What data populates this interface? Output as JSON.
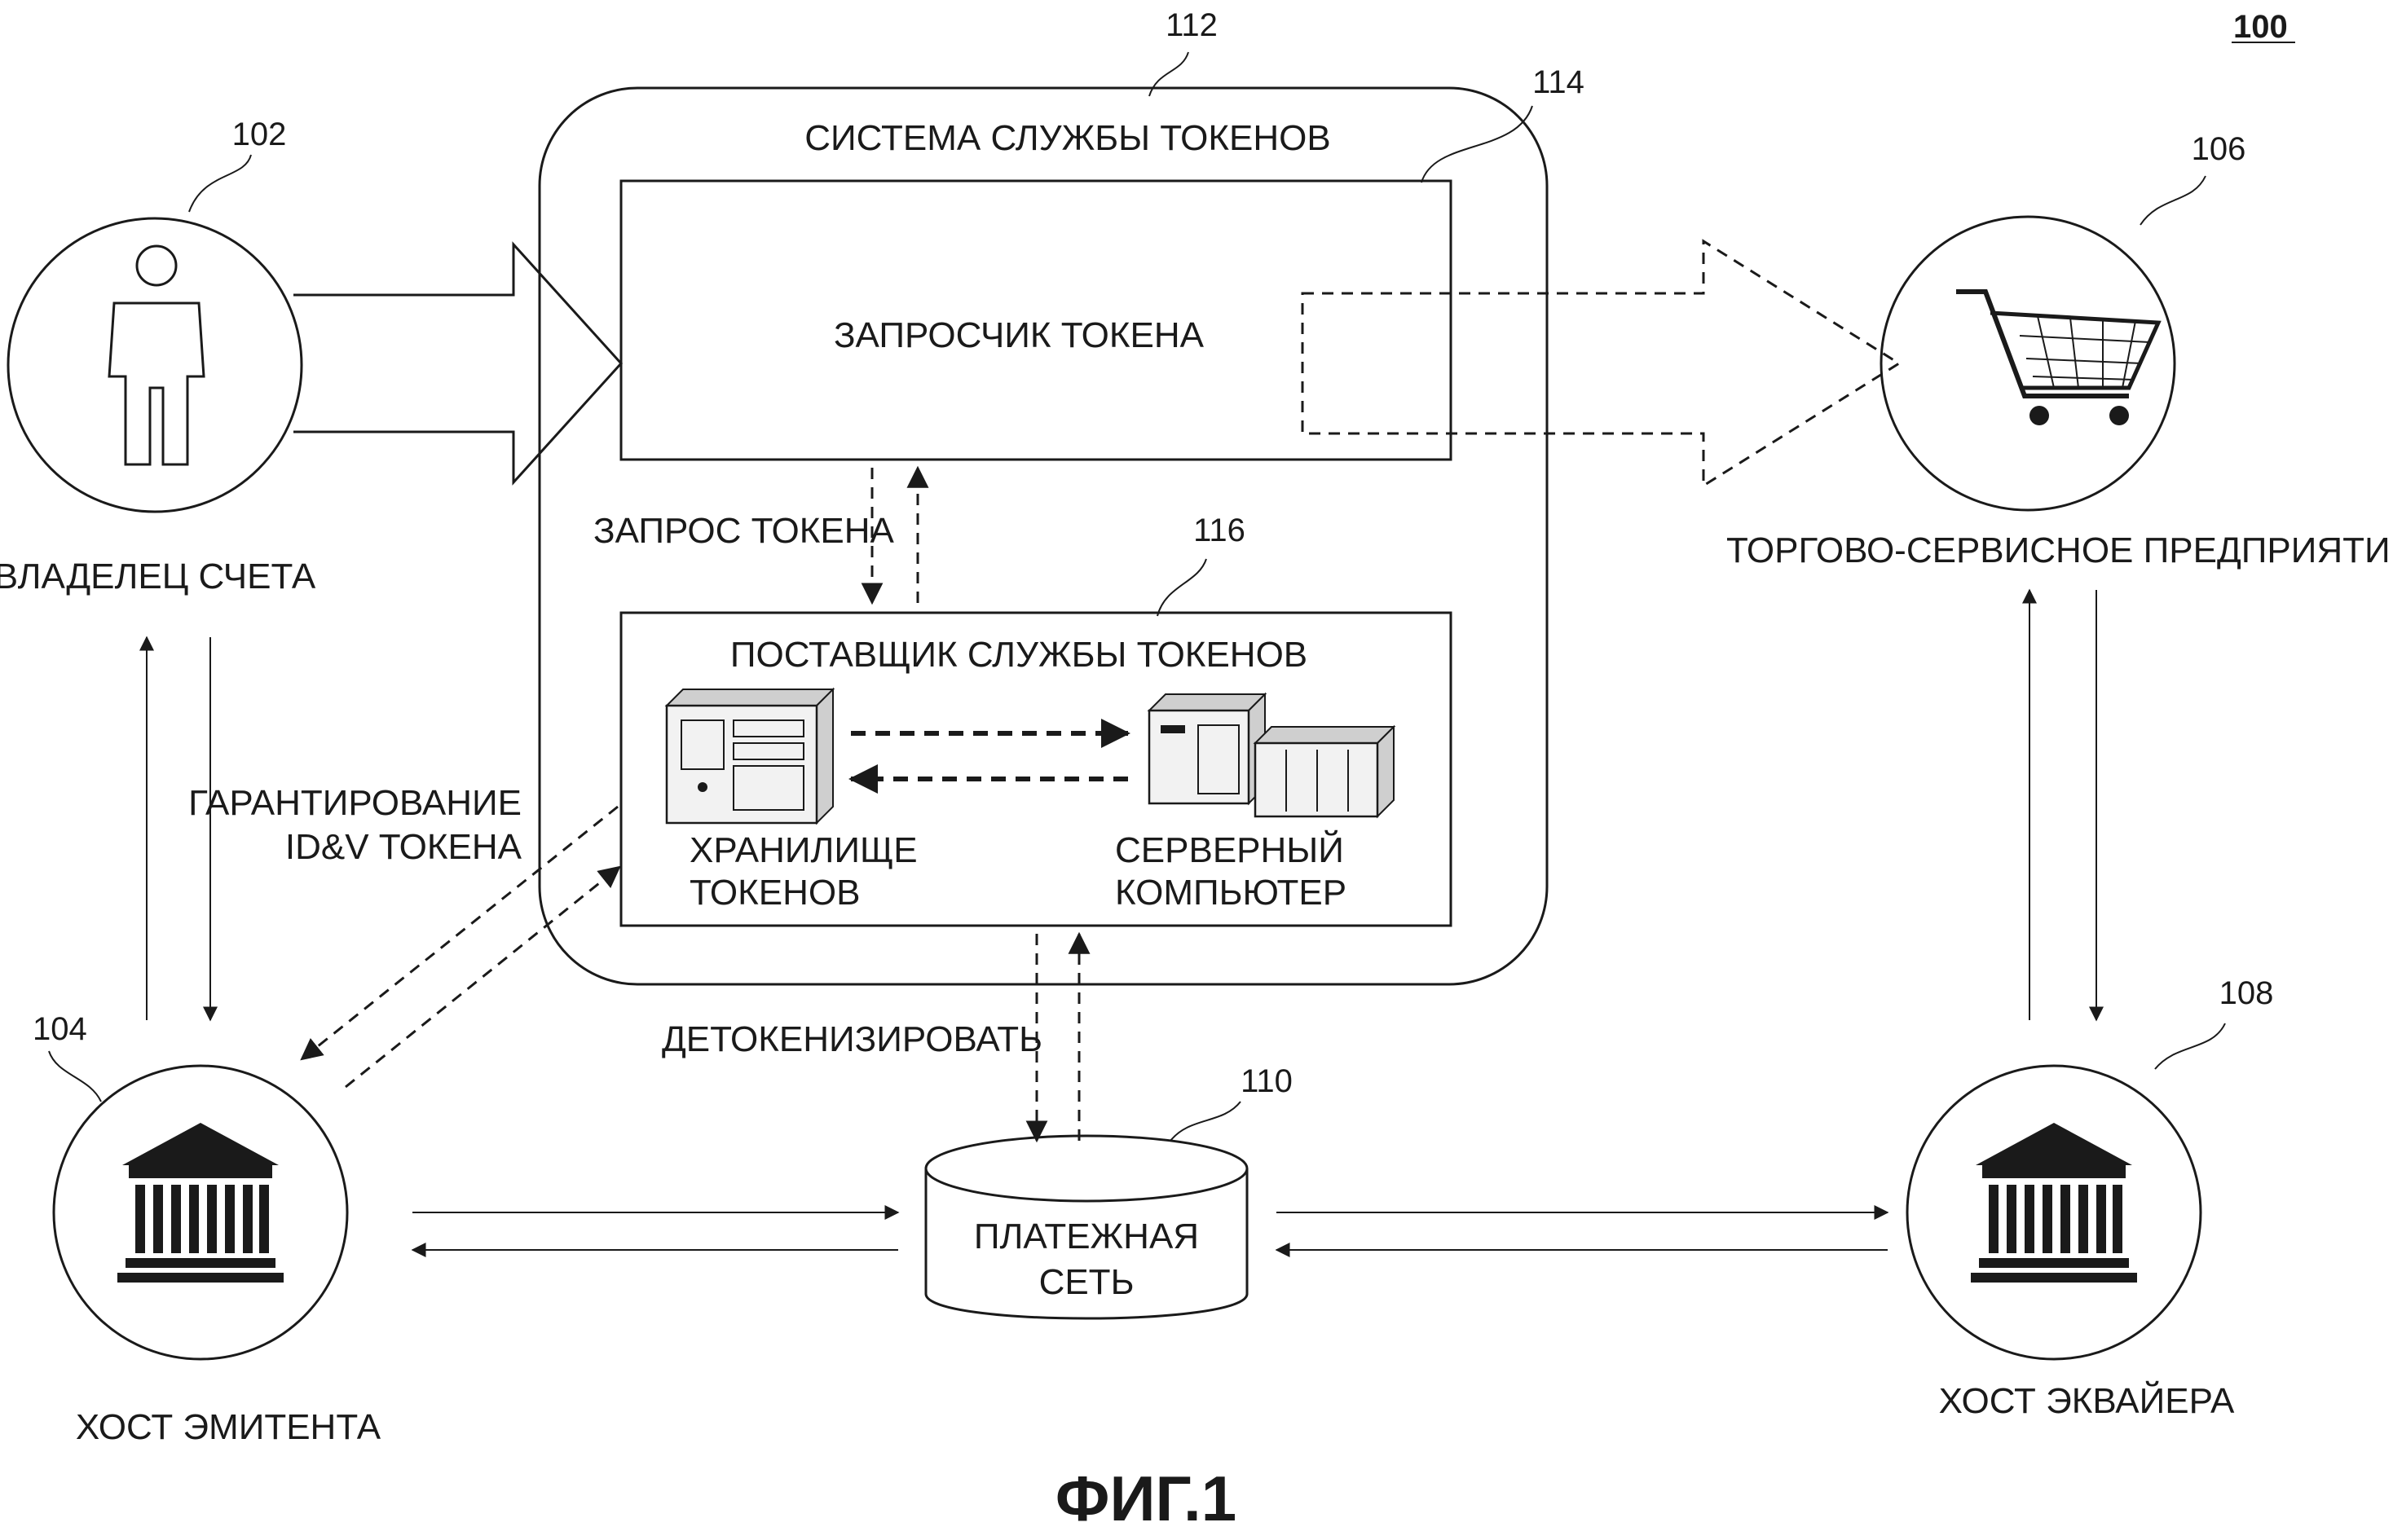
{
  "diagram_ref": "100",
  "figure_caption": "ФИГ.1",
  "nodes": {
    "account_holder": {
      "label": "ВЛАДЕЛЕЦ СЧЕТА",
      "ref": "102",
      "icon": "person-icon"
    },
    "issuer_host": {
      "label": "ХОСТ ЭМИТЕНТА",
      "ref": "104",
      "icon": "bank-icon"
    },
    "merchant": {
      "label": "ТОРГОВО-СЕРВИСНОЕ ПРЕДПРИЯТИЕ",
      "ref": "106",
      "icon": "shopping-cart-icon"
    },
    "acquirer_host": {
      "label": "ХОСТ ЭКВАЙЕРА",
      "ref": "108",
      "icon": "bank-icon"
    },
    "payment_network": {
      "label_line1": "ПЛАТЕЖНАЯ",
      "label_line2": "СЕТЬ",
      "ref": "110"
    }
  },
  "token_service_system": {
    "label": "СИСТЕМА СЛУЖБЫ ТОКЕНОВ",
    "ref": "112",
    "token_requester": {
      "label": "ЗАПРОСЧИК ТОКЕНА",
      "ref": "114"
    },
    "token_service_provider": {
      "label": "ПОСТАВЩИК СЛУЖБЫ ТОКЕНОВ",
      "ref": "116",
      "token_vault": {
        "label_line1": "ХРАНИЛИЩЕ",
        "label_line2": "ТОКЕНОВ"
      },
      "server_computer": {
        "label_line1": "СЕРВЕРНЫЙ",
        "label_line2": "КОМПЬЮТЕР"
      }
    }
  },
  "flows": {
    "token_request": "ЗАПРОС ТОКЕНА",
    "idv_line1": "ГАРАНТИРОВАНИЕ",
    "idv_line2": "ID&V ТОКЕНА",
    "detokenize": "ДЕТОКЕНИЗИРОВАТЬ"
  }
}
